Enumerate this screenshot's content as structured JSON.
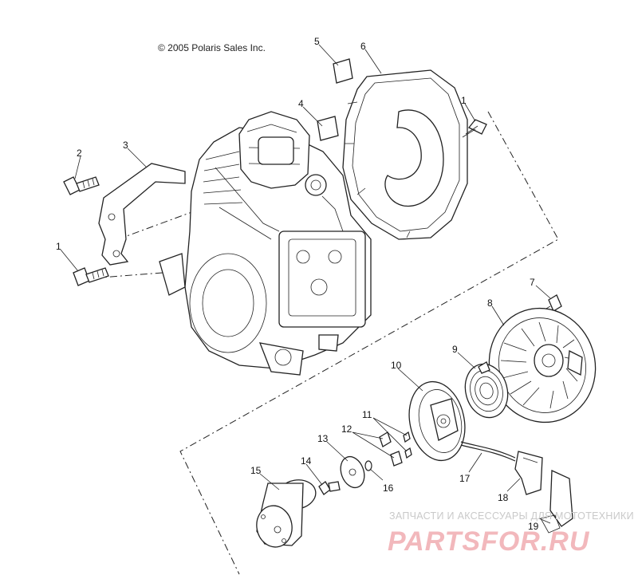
{
  "copyright": "© 2005 Polaris Sales Inc.",
  "callouts": {
    "c1a": "1",
    "c1b": "1",
    "c2": "2",
    "c3": "3",
    "c4": "4",
    "c5": "5",
    "c6": "6",
    "c7": "7",
    "c8": "8",
    "c9": "9",
    "c10": "10",
    "c11": "11",
    "c12": "12",
    "c13": "13",
    "c14": "14",
    "c15": "15",
    "c16": "16",
    "c17": "17",
    "c18": "18",
    "c19": "19"
  },
  "watermark": {
    "tagline": "ЗАПЧАСТИ И АКСЕССУАРЫ ДЛЯ МОТОТЕХНИКИ",
    "brand": "PARTSFOR.RU"
  }
}
